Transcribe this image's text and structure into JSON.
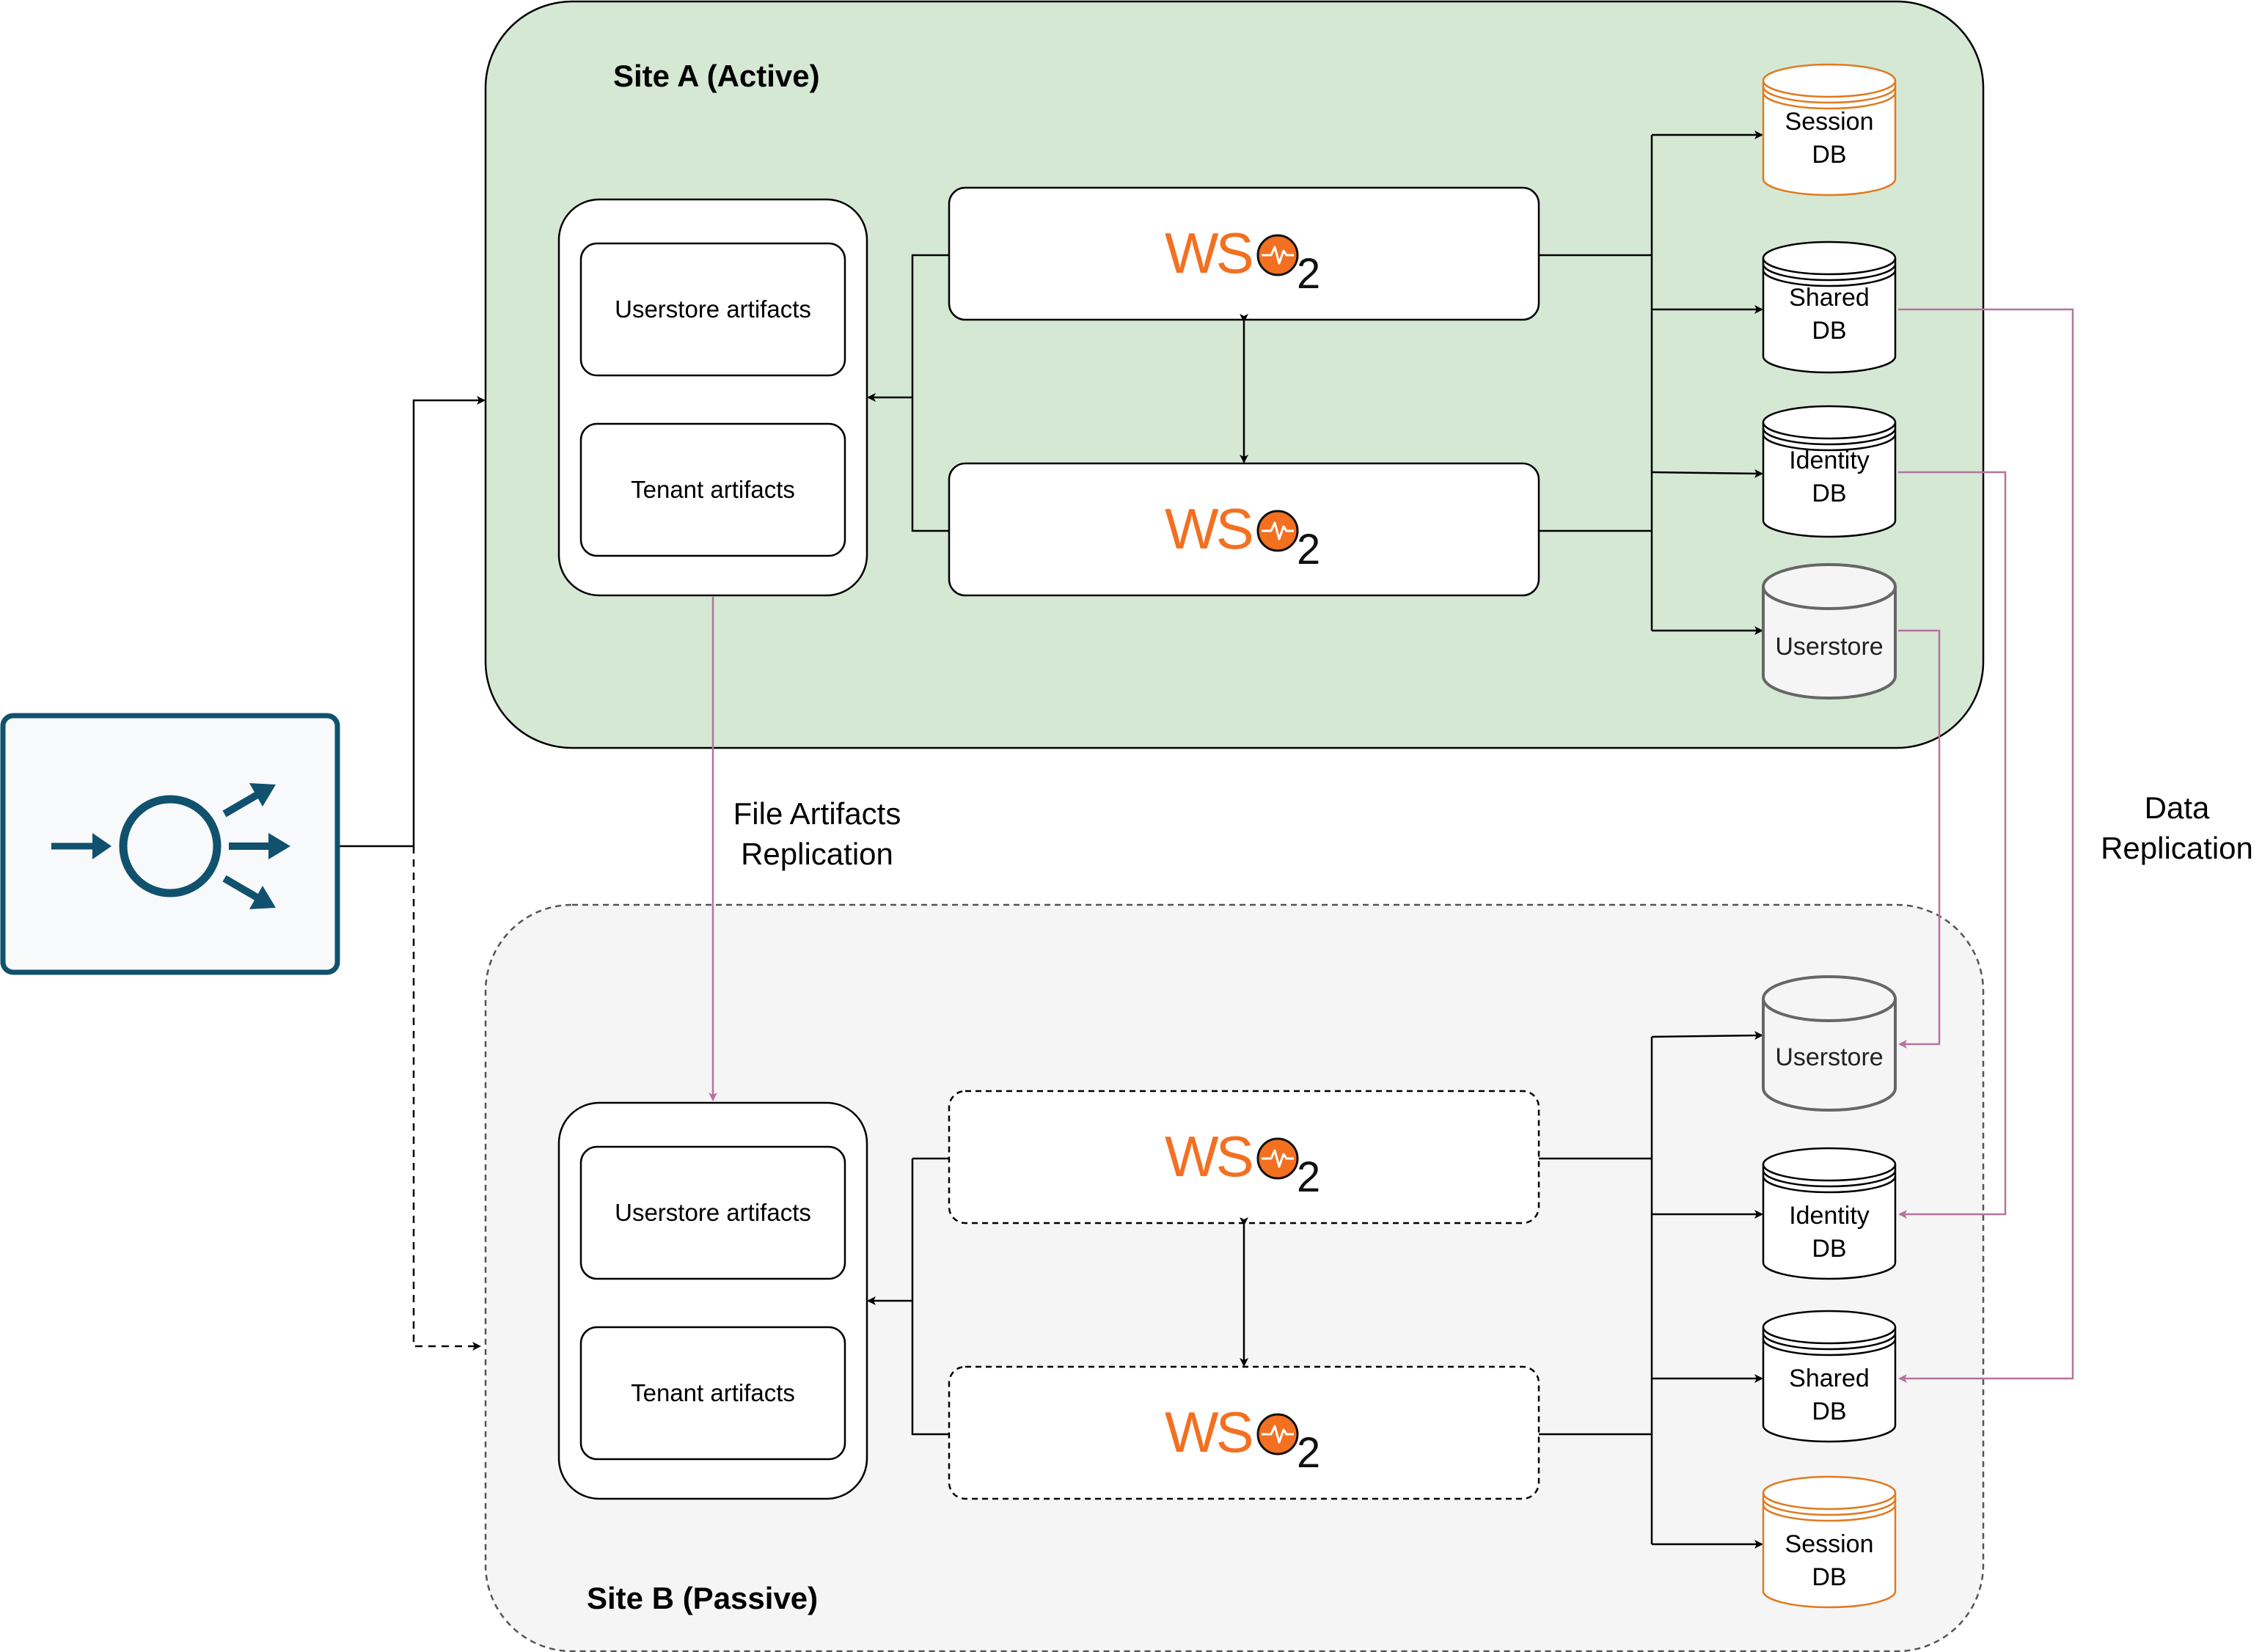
{
  "site_a": {
    "title": "Site A (Active)"
  },
  "site_b": {
    "title": "Site B (Passive)"
  },
  "artifacts": {
    "userstore_label": "Userstore artifacts",
    "tenant_label": "Tenant artifacts"
  },
  "wso2": {
    "logo_letters": "WS",
    "logo_subscript": "2"
  },
  "databases": {
    "session_label_line1": "Session",
    "session_label_line2": "DB",
    "shared_label_line1": "Shared",
    "shared_label_line2": "DB",
    "identity_label_line1": "Identity",
    "identity_label_line2": "DB",
    "userstore_label": "Userstore"
  },
  "replication": {
    "file_line1": "File Artifacts",
    "file_line2": "Replication",
    "data_line1": "Data",
    "data_line2": "Replication"
  },
  "load_balancer": {
    "icon": "load-balancer-icon"
  },
  "colors": {
    "site_a_fill": "#d5e8d4",
    "site_b_fill": "#f5f5f5",
    "wso2_orange": "#f37021",
    "session_db_stroke": "#e07a1f",
    "replication_line": "#b5739d",
    "load_balancer_blue": "#10516e"
  }
}
